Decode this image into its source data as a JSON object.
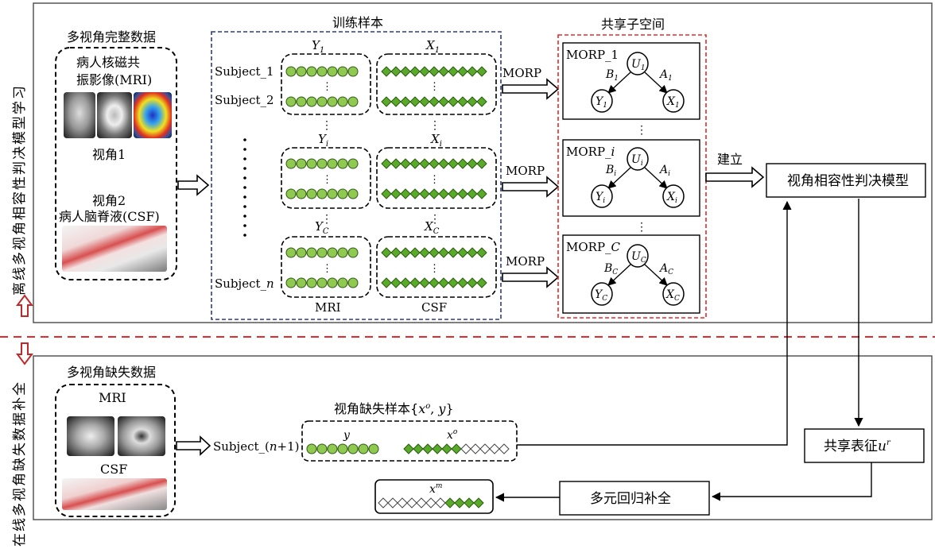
{
  "sections": {
    "offline_label": "离线多视角相容性判决模型学习",
    "online_label": "在线多视角缺失数据补全"
  },
  "complete_data": {
    "title": "多视角完整数据",
    "mri_line1": "病人核磁共",
    "mri_line2": "振影像(MRI)",
    "view1": "视角1",
    "view2": "视角2",
    "csf_line": "病人脑脊液(CSF)"
  },
  "training": {
    "title": "训练样本",
    "subject_first": "Subject_1",
    "subject_second": "Subject_2",
    "subject_last_prefix": "Subject_",
    "subject_last_var": "n",
    "y_labels": [
      "Y",
      "Y",
      "Y"
    ],
    "y_subs": [
      "1",
      "i",
      "C"
    ],
    "x_labels": [
      "X",
      "X",
      "X"
    ],
    "x_subs": [
      "1",
      "i",
      "C"
    ],
    "mri_caption": "MRI",
    "csf_caption": "CSF"
  },
  "morp_arrow_label": "MORP",
  "shared_space": {
    "title": "共享子空间",
    "models": [
      {
        "name": "MORP_1",
        "u": "U",
        "sub": "1",
        "b": "B",
        "a": "A",
        "y": "Y",
        "x": "X"
      },
      {
        "name": "MORP_",
        "name_var": "i",
        "u": "U",
        "sub": "i",
        "b": "B",
        "a": "A",
        "y": "Y",
        "x": "X"
      },
      {
        "name": "MORP_",
        "name_var": "C",
        "u": "U",
        "sub": "C",
        "b": "B",
        "a": "A",
        "y": "Y",
        "x": "X"
      }
    ]
  },
  "build_label": "建立",
  "model_box": "视角相容性判决模型",
  "missing_data": {
    "title": "多视角缺失数据",
    "mri": "MRI",
    "csf": "CSF"
  },
  "missing_sample": {
    "title_prefix": "视角缺失样本{",
    "title_x": "x",
    "title_sup": "o",
    "title_sep": ", ",
    "title_y": "y",
    "title_suffix": "}",
    "subject_prefix": "Subject_(",
    "subject_var": "n",
    "subject_suffix": "+1)",
    "y_label": "y",
    "x_label": "x",
    "x_sup": "o"
  },
  "shared_repr": {
    "label": "共享表征",
    "var": "u",
    "sup": "r"
  },
  "regression": {
    "label": "多元回归补全"
  },
  "completed": {
    "label": "x",
    "sup": "m"
  },
  "colors": {
    "green": "#90c94f",
    "dashed_red": "#e8282a",
    "dashed_blue": "#2b3a8a"
  }
}
